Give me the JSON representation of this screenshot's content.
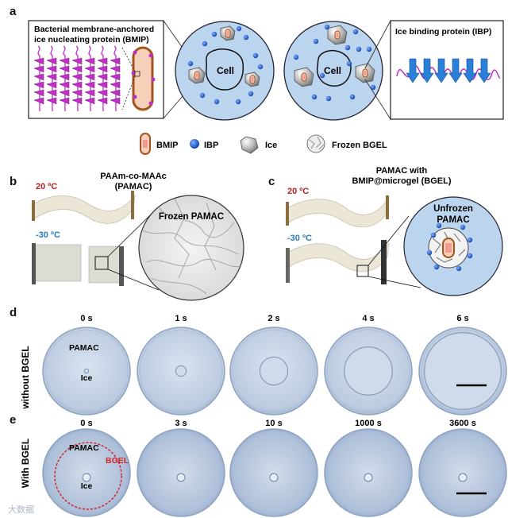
{
  "panel_a": {
    "letter": "a",
    "bmip_title_line1": "Bacterial membrane-anchored",
    "bmip_title_line2": "ice nucleating protein (BMIP)",
    "cell_label": "Cell",
    "ibp_title": "Ice binding protein (IBP)",
    "legend": {
      "bmip": "BMIP",
      "ibp": "IBP",
      "ice": "Ice",
      "frozen_bgel": "Frozen BGEL"
    }
  },
  "panel_b": {
    "letter": "b",
    "title_line1": "PAAm-co-MAAc",
    "title_line2": "(PAMAC)",
    "temp_warm": "20 ºC",
    "temp_cold": "-30 ºC",
    "zoom_label": "Frozen PAMAC"
  },
  "panel_c": {
    "letter": "c",
    "title_line1": "PAMAC with",
    "title_line2": "BMIP@microgel (BGEL)",
    "temp_warm": "20 ºC",
    "temp_cold": "-30 ºC",
    "zoom_label_line1": "Unfrozen",
    "zoom_label_line2": "PAMAC"
  },
  "panel_d": {
    "letter": "d",
    "row_label": "without BGEL",
    "times": [
      "0 s",
      "1 s",
      "2 s",
      "4 s",
      "6 s"
    ],
    "pamac_label": "PAMAC",
    "ice_label": "Ice",
    "ice_front_fraction": [
      0.05,
      0.12,
      0.32,
      0.55,
      0.88
    ]
  },
  "panel_e": {
    "letter": "e",
    "row_label": "With BGEL",
    "times": [
      "0 s",
      "3 s",
      "10 s",
      "1000 s",
      "3600 s"
    ],
    "pamac_label": "PAMAC",
    "bgel_label": "BGEL",
    "ice_label": "Ice"
  },
  "watermark": "大数据",
  "colors": {
    "magenta": "#c030c8",
    "blue_arrow": "#2a7fd8",
    "ibp_dot": "#1f5fcf",
    "cell_blue": "#b9d3ee",
    "dish": "#c2cfe2",
    "temp_red": "#b22222",
    "temp_blue": "#2b7bb9",
    "bgel_red": "#d0252b"
  }
}
